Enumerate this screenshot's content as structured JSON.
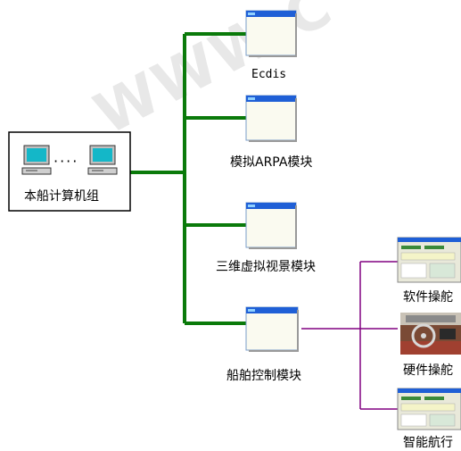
{
  "diagram": {
    "hub": {
      "label": "本船计算机组",
      "dots": "····"
    },
    "modules": [
      {
        "id": "ecdis",
        "label": "Ecdis"
      },
      {
        "id": "arpa",
        "label": "模拟ARPA模块"
      },
      {
        "id": "vr3d",
        "label": "三维虚拟视景模块"
      },
      {
        "id": "shipctrl",
        "label": "船舶控制模块"
      }
    ],
    "sub_modules": [
      {
        "id": "soft-steer",
        "label": "软件操舵"
      },
      {
        "id": "hard-steer",
        "label": "硬件操舵"
      },
      {
        "id": "smart-nav",
        "label": "智能航行"
      }
    ],
    "watermark": "WWW.C",
    "colors": {
      "trunk": "#0a7a0a",
      "branch": "#800080",
      "window_title": "#1f5fd6",
      "monitor": "#14b7c8"
    }
  }
}
